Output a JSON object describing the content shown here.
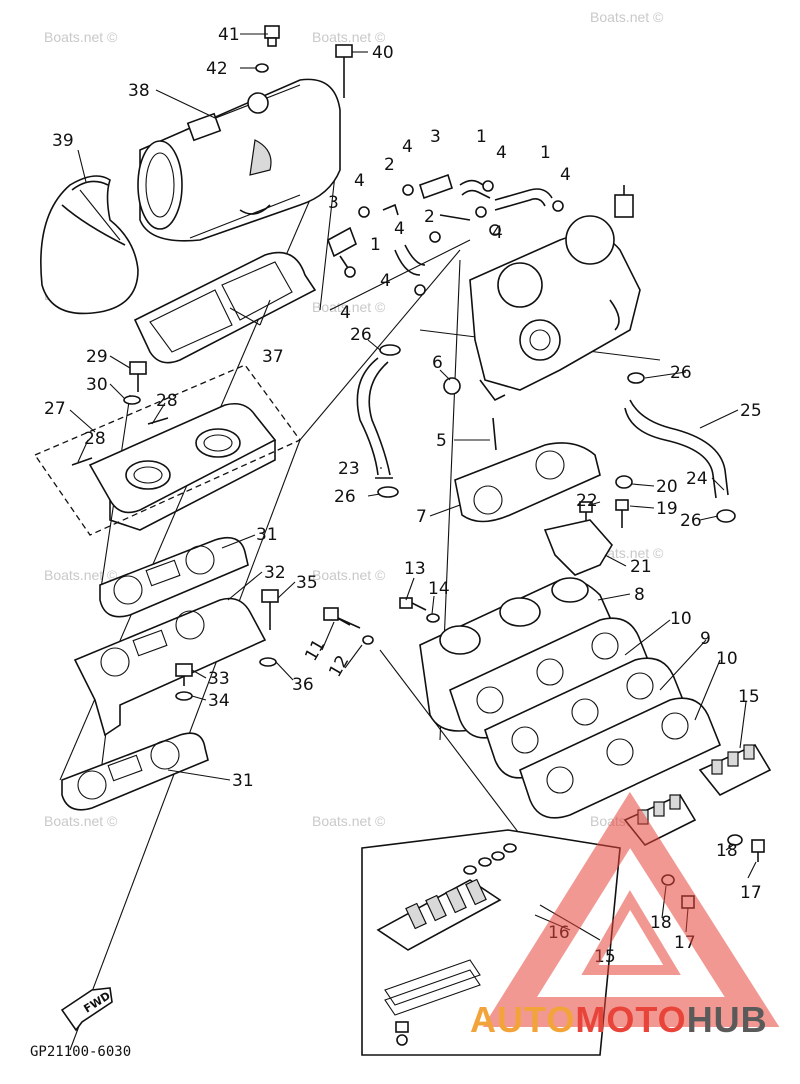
{
  "watermark": "Boats.net ©",
  "diagram_code": "GP21100-6030",
  "fwd_label": "FWD",
  "brand": {
    "part1": "AUTO",
    "part2": "MOTO",
    "part3": "HUB",
    "color1": "#f2a43a",
    "color2": "#e8443a",
    "color3": "#5a5a5a",
    "triangle_color": "#e8443a"
  },
  "callouts": {
    "c1": "1",
    "c2": "2",
    "c3": "3",
    "c4": "4",
    "c5": "5",
    "c6": "6",
    "c7": "7",
    "c8": "8",
    "c9": "9",
    "c10": "10",
    "c11": "11",
    "c12": "12",
    "c13": "13",
    "c14": "14",
    "c15": "15",
    "c16": "16",
    "c17": "17",
    "c18": "18",
    "c19": "19",
    "c20": "20",
    "c21": "21",
    "c22": "22",
    "c23": "23",
    "c24": "24",
    "c25": "25",
    "c26": "26",
    "c27": "27",
    "c28": "28",
    "c29": "29",
    "c30": "30",
    "c31": "31",
    "c32": "32",
    "c33": "33",
    "c34": "34",
    "c35": "35",
    "c36": "36",
    "c37": "37",
    "c38": "38",
    "c39": "39",
    "c40": "40",
    "c41": "41",
    "c42": "42"
  }
}
